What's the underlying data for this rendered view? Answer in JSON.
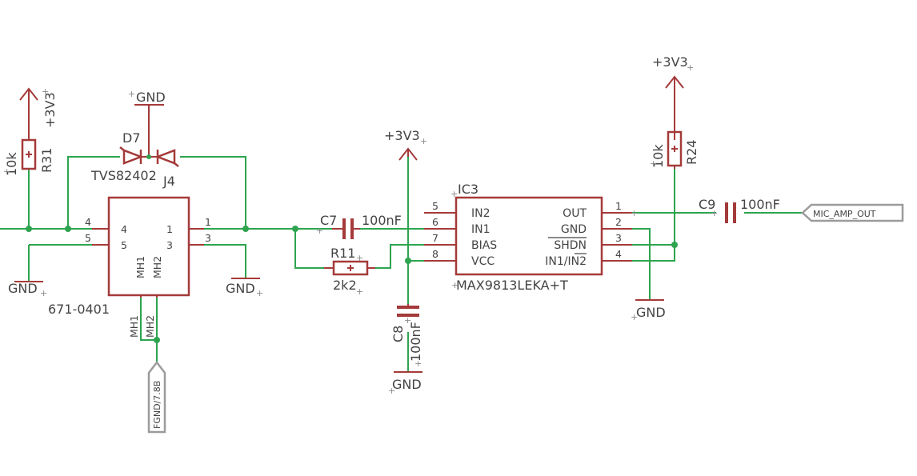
{
  "power": {
    "v3v3": "+3V3",
    "gnd": "GND",
    "plus_mark": "+"
  },
  "components": {
    "r31": {
      "ref": "R31",
      "value": "10k"
    },
    "r24": {
      "ref": "R24",
      "value": "10k"
    },
    "r11": {
      "ref": "R11",
      "value": "2k2"
    },
    "d7": {
      "ref": "D7",
      "value": "TVS82402",
      "extra": "J4"
    },
    "c7": {
      "ref": "C7",
      "value": "100nF"
    },
    "c8": {
      "ref": "C8",
      "value": "100nF"
    },
    "c9": {
      "ref": "C9",
      "value": "100nF"
    },
    "jack": {
      "ref": "671-0401",
      "pins": [
        "4",
        "5",
        "1",
        "3"
      ],
      "pin_labels_inside": [
        "4",
        "5",
        "1",
        "3"
      ],
      "mh_labels": [
        "MH1",
        "MH2"
      ]
    },
    "ic3": {
      "ref": "IC3",
      "value": "MAX9813LEKA+T",
      "left_pins": [
        {
          "num": "5",
          "name": "IN2"
        },
        {
          "num": "6",
          "name": "IN1"
        },
        {
          "num": "7",
          "name": "BIAS"
        },
        {
          "num": "8",
          "name": "VCC"
        }
      ],
      "right_pins": [
        {
          "num": "1",
          "name": "OUT"
        },
        {
          "num": "2",
          "name": "GND"
        },
        {
          "num": "3",
          "name": "SHDN"
        },
        {
          "num": "4",
          "name": "IN1/IN2"
        }
      ]
    }
  },
  "nets": {
    "mic_out": "MIC_AMP_OUT",
    "fgnd": "FGND/7.8B"
  }
}
